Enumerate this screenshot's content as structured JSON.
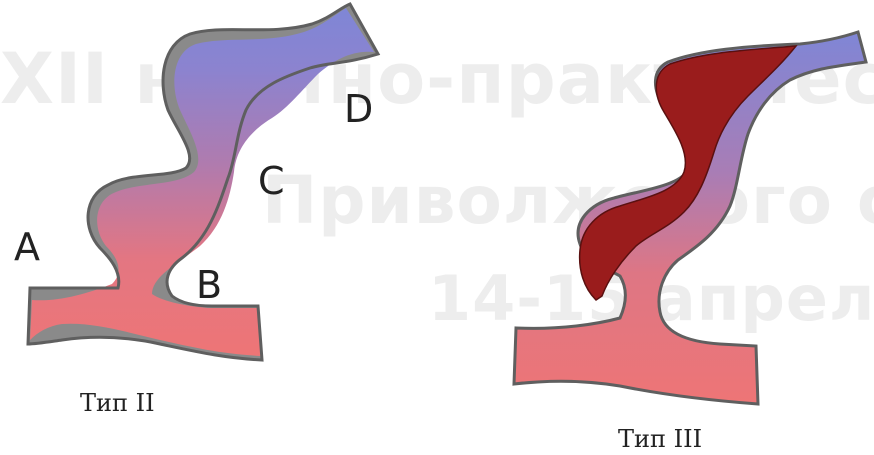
{
  "watermark": {
    "line1": "XII научно-практичес",
    "line2": "Приволжского о",
    "line3": "14-15 апрел"
  },
  "labels": {
    "a": "A",
    "b": "B",
    "c": "C",
    "d": "D"
  },
  "captions": {
    "left": "Тип II",
    "right": "Тип III"
  },
  "colors": {
    "arterial_red": "#ee7576",
    "venous_blue": "#7f86d6",
    "thrombus_gray": "#8a8a8a",
    "thrombus_dark_red": "#9a1c1c",
    "outline": "#5f5f5f"
  }
}
